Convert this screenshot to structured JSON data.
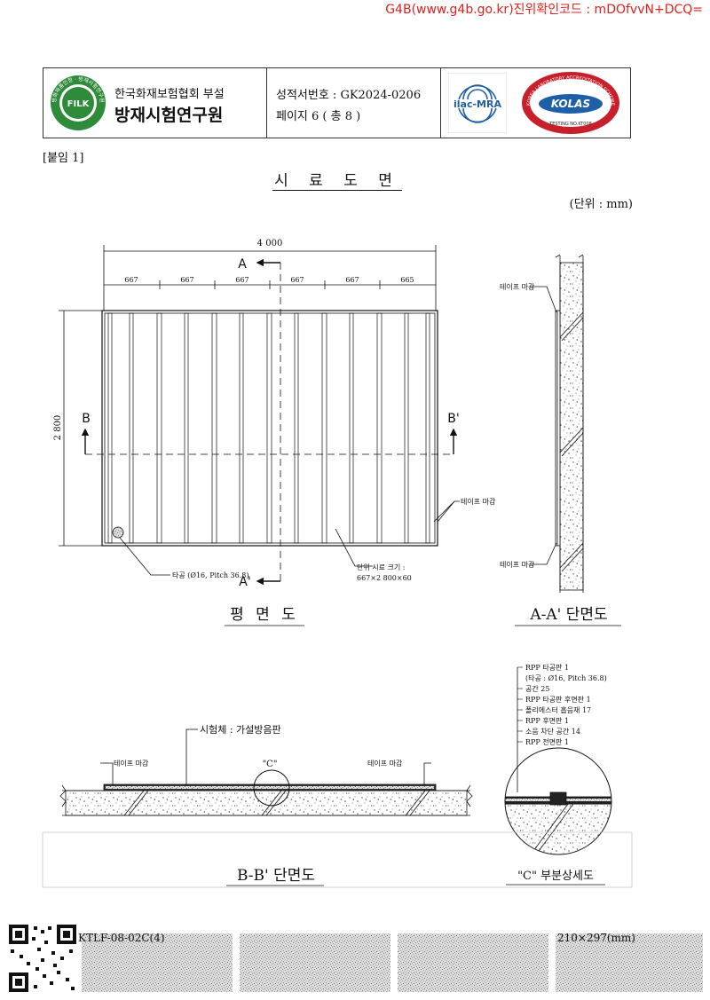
{
  "verify_code": "G4B(www.g4b.go.kr)진위확인코드 : mDOfvvN+DCQ=",
  "header": {
    "org_sub": "한국화재보험협회 부설",
    "org_main": "방재시험연구원",
    "logo_filk": "FILK",
    "logo_filk_ring": "방화재품인정 · 방재시험연구원",
    "report_no": "성적서번호 : GK2024-0206",
    "page": "페이지  6  ( 총 8 )",
    "ilac": "ilac-MRA",
    "kolas": "KOLAS",
    "kolas_ring": "KOREA LABORATORY ACCREDITATION SCHEME",
    "kolas_no": "TESTING NO.KT008"
  },
  "attachment": "[붙임 1]",
  "title": "시 료 도 면",
  "unit": "(단위 : mm)",
  "plan": {
    "total_width": "4 000",
    "panel_widths": [
      "667",
      "667",
      "667",
      "667",
      "667",
      "665"
    ],
    "height": "2 800",
    "mark_a": "A",
    "mark_a_prime": "A'",
    "mark_b": "B",
    "mark_b_prime": "B'",
    "tape_label": "테이프 마감",
    "perforation": "타공 (Ø16, Pitch 36.8)",
    "unit_size_1": "단위 시료 크기 :",
    "unit_size_2": "667×2 800×60",
    "caption": "평 면 도"
  },
  "section_aa": {
    "tape_top": "테이프 마감",
    "tape_bottom": "테이프 마감",
    "caption": "A-A' 단면도"
  },
  "section_bb": {
    "specimen": "시험체 : 가설방음판",
    "tape_left": "테이프 마감",
    "tape_right": "테이프 마감",
    "detail_mark": "\"C\"",
    "caption": "B-B' 단면도"
  },
  "detail_c": {
    "layers": [
      "RPP 타공판 1",
      "(타공 : Ø16, Pitch 36.8)",
      "공간 25",
      "RPP 타공판 후면판 1",
      "폴리에스터 흡음재 17",
      "RPP 후면판 1",
      "소음 차단 공간 14",
      "RPP 전면판 1"
    ],
    "caption": "\"C\" 부분상세도"
  },
  "footer": {
    "form_no": "KTLF-08-02C(4)",
    "paper_size": "210×297(mm)"
  }
}
